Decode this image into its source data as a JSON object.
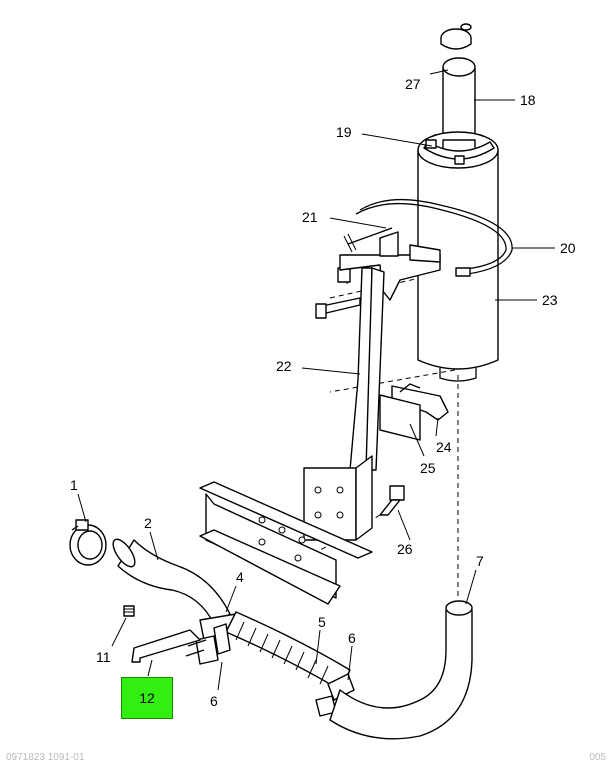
{
  "callouts": {
    "c1": "1",
    "c2": "2",
    "c4": "4",
    "c5": "5",
    "c6a": "6",
    "c6b": "6",
    "c7": "7",
    "c11": "11",
    "c12": "12",
    "c18": "18",
    "c19": "19",
    "c20": "20",
    "c21": "21",
    "c22": "22",
    "c23": "23",
    "c24": "24",
    "c25": "25",
    "c26": "26",
    "c27": "27"
  },
  "highlight": {
    "color": "#33ee11",
    "part": "12"
  },
  "footer": {
    "left": "0971823 1091-01",
    "right": "005"
  }
}
